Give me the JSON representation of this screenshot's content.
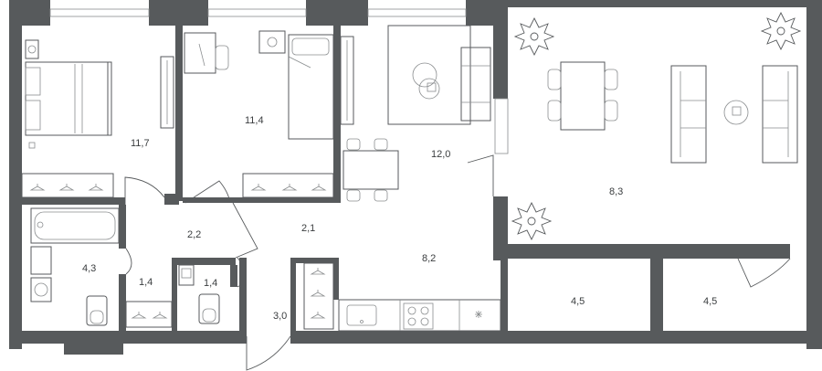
{
  "colors": {
    "wall": "#575a5c",
    "furniture": "#575a5c",
    "background": "#ffffff"
  },
  "rooms": {
    "bedroom_left": {
      "area": "11,7"
    },
    "bedroom_mid": {
      "area": "11,4"
    },
    "kitchen": {
      "area": "12,0"
    },
    "living": {
      "area": "8,3"
    },
    "bathroom": {
      "area": "4,3"
    },
    "hall_small": {
      "area": "2,2"
    },
    "hall_center": {
      "area": "2,1"
    },
    "corridor": {
      "area": "8,2"
    },
    "wc_corridor": {
      "area": "1,4"
    },
    "wc": {
      "area": "1,4"
    },
    "entrance": {
      "area": "3,0"
    },
    "storage_a": {
      "area": "4,5"
    },
    "storage_b": {
      "area": "4,5"
    }
  }
}
